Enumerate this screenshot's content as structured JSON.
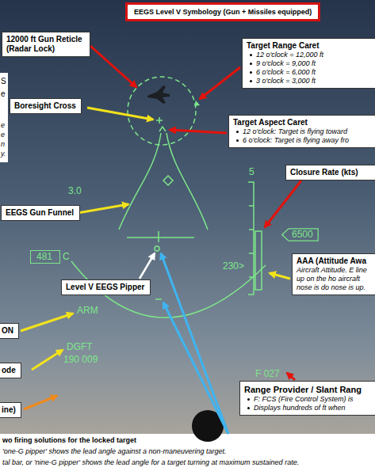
{
  "diagram": {
    "title": "EEGS Level V Symbology (Gun + Missiles equipped)",
    "nodes": [
      {
        "text": [
          "12000 ft Gun Reticle (Radar Lock)"
        ]
      },
      {
        "text": [
          "Target Range Caret",
          "12 o'clock = 12,000 ft",
          "9 o'clock = 9,000 ft",
          "6 o'clock = 6,000 ft",
          "3 o'clock = 3,000 ft"
        ]
      },
      {
        "text": [
          "Boresight Cross"
        ]
      },
      {
        "text": [
          "Target Aspect Caret",
          "12 o'clock: Target is flying toward",
          "6 o'clock: Target is flying away fro"
        ]
      },
      {
        "text": [
          "Closure Rate (kts)"
        ]
      },
      {
        "text": [
          "EEGS Gun Funnel"
        ]
      },
      {
        "text": [
          "6500"
        ]
      },
      {
        "text": [
          "481"
        ]
      },
      {
        "text": [
          "AAA (Attitude Awa",
          "Aircraft Attitude. E line up on the ho aircraft nose is do nose is up."
        ]
      },
      {
        "text": [
          "Level V EEGS Pipper"
        ]
      },
      {
        "text": [
          "ON"
        ]
      },
      {
        "text": [
          "ode"
        ]
      },
      {
        "text": [
          "Range Provider / Slant Rang",
          "F: FCS (Fire Control System) is",
          "Displays hundreds of ft when"
        ]
      },
      {
        "text": [
          "ine)"
        ]
      }
    ],
    "labels": [
      "S",
      "e",
      "e",
      "e",
      "n",
      "y.",
      "3.0",
      "5",
      "C",
      "230>",
      "ARM",
      "DGFT",
      "190 009",
      "F 027",
      "wo firing solutions for the locked target",
      "'one-G pipper' shows the lead angle against a non-maneuvering target.",
      "tal bar, or 'nine-G pipper' shows the lead angle for a target turning at maximum sustained rate."
    ]
  }
}
